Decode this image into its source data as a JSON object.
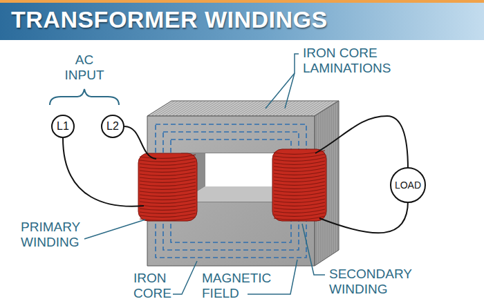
{
  "diagram": {
    "title": "TRANSFORMER WINDINGS",
    "nodes": [
      {
        "text": [
          "L1"
        ]
      },
      {
        "text": [
          "L2"
        ]
      },
      {
        "text": [
          "LOAD"
        ]
      }
    ],
    "labels": [
      "AC INPUT",
      "IRON CORE LAMINATIONS",
      "PRIMARY WINDING",
      "IRON CORE",
      "MAGNETIC FIELD",
      "SECONDARY WINDING"
    ]
  }
}
